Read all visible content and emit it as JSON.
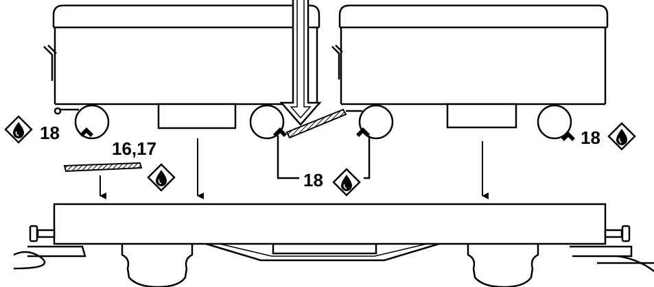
{
  "labels": {
    "left_ref": "18",
    "right_ref": "18",
    "center_ref": "18",
    "plate_ref": "16,17"
  },
  "icons": {
    "lube": "oil-drop-diamond-icon"
  },
  "colors": {
    "ink": "#000000",
    "paper": "#ffffff"
  }
}
